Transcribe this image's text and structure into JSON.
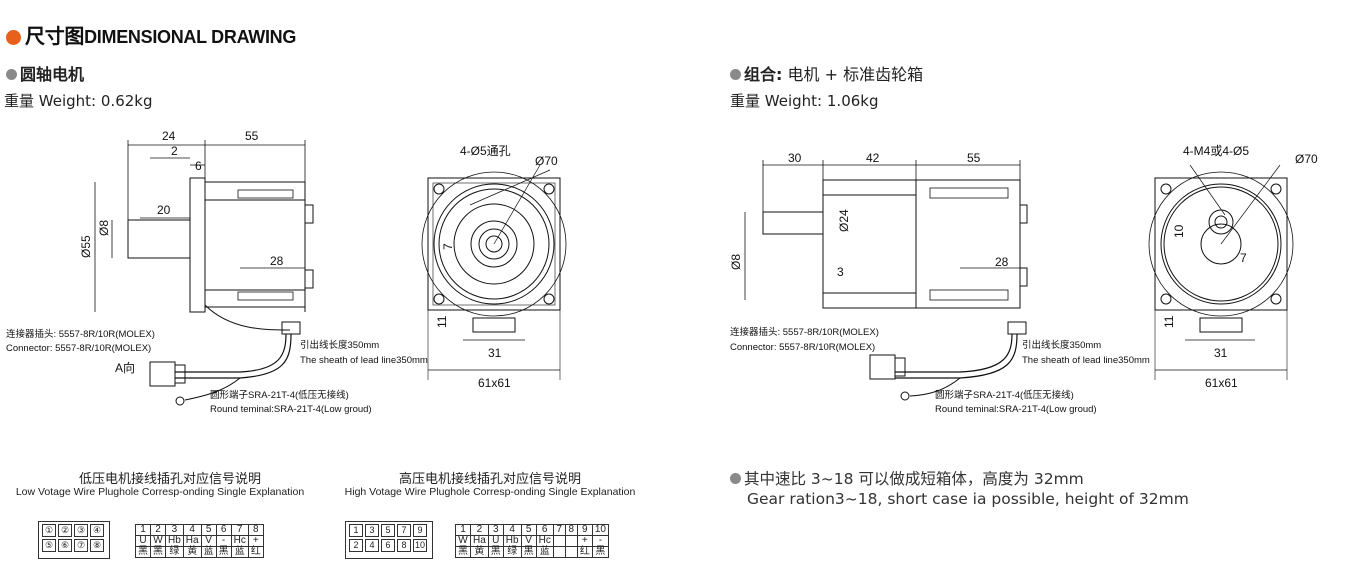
{
  "header": {
    "title_cn": "尺寸图",
    "title_en": "DIMENSIONAL DRAWING"
  },
  "left": {
    "subtitle": "圆轴电机",
    "weight_label": "重量",
    "weight_value": "Weight: 0.62kg",
    "dims": {
      "d24": "24",
      "d55": "55",
      "d2": "2",
      "d6": "6",
      "d20": "20",
      "d28": "28",
      "phi55": "Ø55",
      "phi8": "Ø8",
      "holes": "4-Ø5通孔",
      "phi70": "Ø70",
      "d7": "7",
      "d11": "11",
      "d31": "31",
      "d61x61": "61x61"
    },
    "connector_cn": "连接器插头: 5557-8R/10R(MOLEX)",
    "connector_en": "Connector: 5557-8R/10R(MOLEX)",
    "view_a": "A向",
    "lead_cn": "引出线长度350mm",
    "lead_en": "The sheath of lead line350mm",
    "terminal_cn": "圆形端子SRA-21T-4(低压无接线)",
    "terminal_en": "Round teminal:SRA-21T-4(Low groud)"
  },
  "right": {
    "subtitle_bold": "组合:",
    "subtitle_rest": "电机 + 标准齿轮箱",
    "weight_label": "重量",
    "weight_value": "Weight: 1.06kg",
    "dims": {
      "d30": "30",
      "d42": "42",
      "d55": "55",
      "phi24": "Ø24",
      "phi8": "Ø8",
      "d3": "3",
      "d28": "28",
      "holes": "4-M4或4-Ø5",
      "phi70": "Ø70",
      "d10": "10",
      "d7": "7",
      "d11": "11",
      "d31": "31",
      "d61x61": "61x61"
    },
    "connector_cn": "连接器插头: 5557-8R/10R(MOLEX)",
    "connector_en": "Connector: 5557-8R/10R(MOLEX)",
    "lead_cn": "引出线长度350mm",
    "lead_en": "The sheath of lead line350mm",
    "terminal_cn": "圆形端子SRA-21T-4(低压无接线)",
    "terminal_en": "Round teminal:SRA-21T-4(Low groud)",
    "note_cn": "其中速比 3~18 可以做成短箱体，高度为 32mm",
    "note_en": "Gear ration3~18, short case ia possible, height of 32mm"
  },
  "low_voltage": {
    "title_cn": "低压电机接线插孔对应信号说明",
    "title_en": "Low Votage Wire Plughole Corresp-onding Single Explanation",
    "plug_top": [
      "①",
      "②",
      "③",
      "④"
    ],
    "plug_bottom": [
      "⑤",
      "⑥",
      "⑦",
      "⑧"
    ],
    "numbers": [
      "1",
      "2",
      "3",
      "4",
      "5",
      "6",
      "7",
      "8"
    ],
    "signals": [
      "U",
      "W",
      "Hb",
      "Ha",
      "V",
      "-",
      "Hc",
      "+"
    ],
    "colors": [
      "黑",
      "黑",
      "绿",
      "黄",
      "蓝",
      "黑",
      "蓝",
      "红"
    ]
  },
  "high_voltage": {
    "title_cn": "高压电机接线插孔对应信号说明",
    "title_en": "High Votage Wire Plughole Corresp-onding Single Explanation",
    "plug_top": [
      "1",
      "3",
      "5",
      "7",
      "9"
    ],
    "plug_bottom": [
      "2",
      "4",
      "6",
      "8",
      "10"
    ],
    "numbers": [
      "1",
      "2",
      "3",
      "4",
      "5",
      "6",
      "7",
      "8",
      "9",
      "10"
    ],
    "signals": [
      "W",
      "Ha",
      "U",
      "Hb",
      "V",
      "Hc",
      "",
      "",
      "+",
      "-"
    ],
    "colors": [
      "黑",
      "黄",
      "黑",
      "绿",
      "黑",
      "蓝",
      "",
      "",
      "红",
      "黑"
    ]
  }
}
